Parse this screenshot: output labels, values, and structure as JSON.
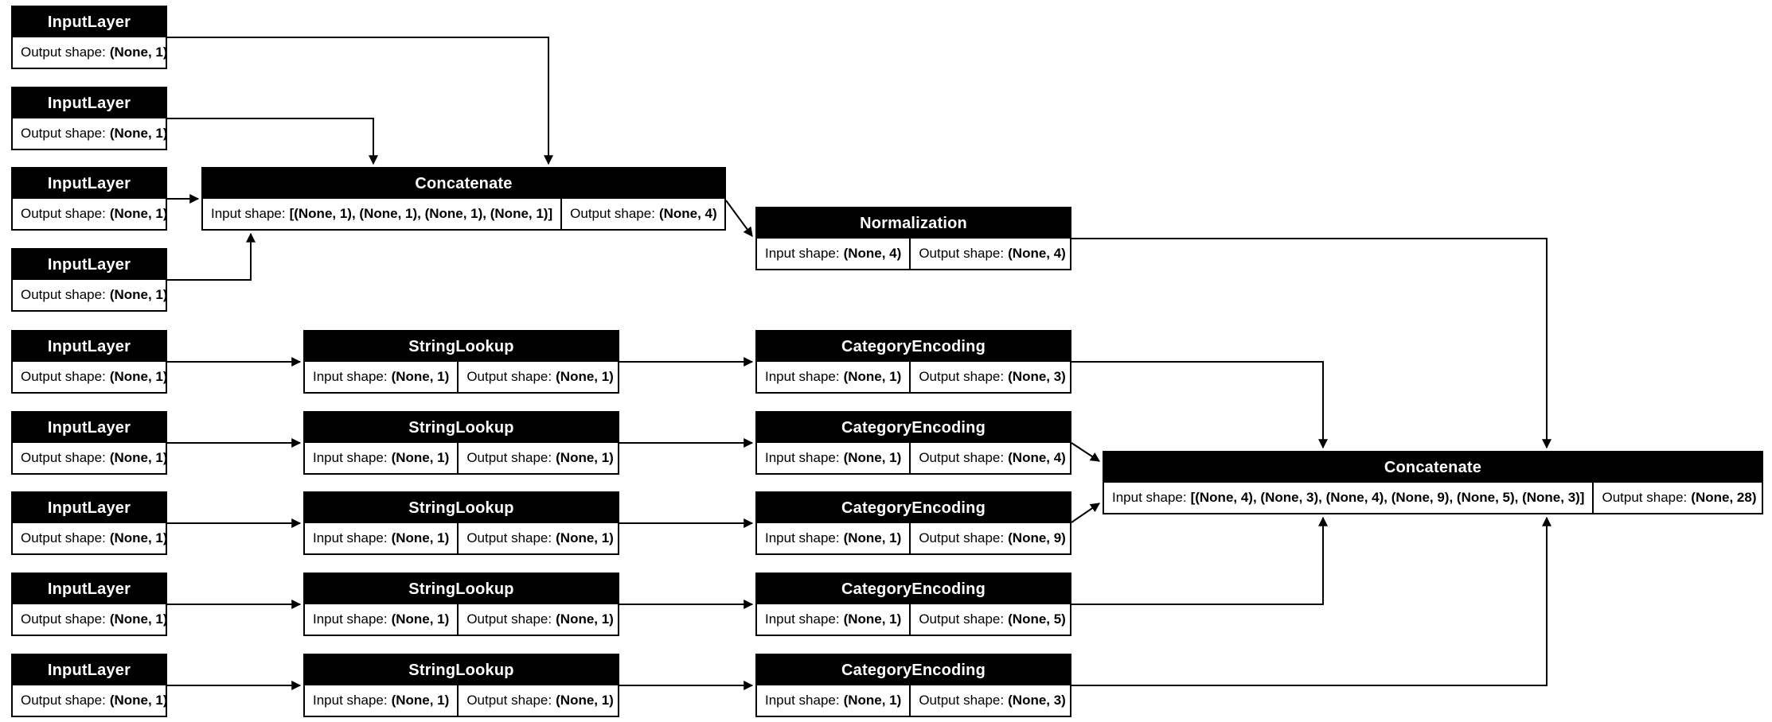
{
  "labels": {
    "input_shape": "Input shape:",
    "output_shape": "Output shape:"
  },
  "colors": {
    "node_header_bg": "#000000",
    "node_header_text": "#ffffff",
    "node_body_bg": "#ffffff",
    "node_border": "#000000",
    "edge": "#000000",
    "canvas_bg": "#ffffff"
  },
  "nodes": [
    {
      "id": "input_1",
      "title": "InputLayer",
      "output_shape": "(None, 1)"
    },
    {
      "id": "input_2",
      "title": "InputLayer",
      "output_shape": "(None, 1)"
    },
    {
      "id": "input_3",
      "title": "InputLayer",
      "output_shape": "(None, 1)"
    },
    {
      "id": "input_4",
      "title": "InputLayer",
      "output_shape": "(None, 1)"
    },
    {
      "id": "concatenate_1",
      "title": "Concatenate",
      "input_shape": "[(None, 1), (None, 1), (None, 1), (None, 1)]",
      "output_shape": "(None, 4)"
    },
    {
      "id": "normalization",
      "title": "Normalization",
      "input_shape": "(None, 4)",
      "output_shape": "(None, 4)"
    },
    {
      "id": "input_5",
      "title": "InputLayer",
      "output_shape": "(None, 1)"
    },
    {
      "id": "string_lookup_1",
      "title": "StringLookup",
      "input_shape": "(None, 1)",
      "output_shape": "(None, 1)"
    },
    {
      "id": "category_encoding_1",
      "title": "CategoryEncoding",
      "input_shape": "(None, 1)",
      "output_shape": "(None, 3)"
    },
    {
      "id": "input_6",
      "title": "InputLayer",
      "output_shape": "(None, 1)"
    },
    {
      "id": "string_lookup_2",
      "title": "StringLookup",
      "input_shape": "(None, 1)",
      "output_shape": "(None, 1)"
    },
    {
      "id": "category_encoding_2",
      "title": "CategoryEncoding",
      "input_shape": "(None, 1)",
      "output_shape": "(None, 4)"
    },
    {
      "id": "input_7",
      "title": "InputLayer",
      "output_shape": "(None, 1)"
    },
    {
      "id": "string_lookup_3",
      "title": "StringLookup",
      "input_shape": "(None, 1)",
      "output_shape": "(None, 1)"
    },
    {
      "id": "category_encoding_3",
      "title": "CategoryEncoding",
      "input_shape": "(None, 1)",
      "output_shape": "(None, 9)"
    },
    {
      "id": "input_8",
      "title": "InputLayer",
      "output_shape": "(None, 1)"
    },
    {
      "id": "string_lookup_4",
      "title": "StringLookup",
      "input_shape": "(None, 1)",
      "output_shape": "(None, 1)"
    },
    {
      "id": "category_encoding_4",
      "title": "CategoryEncoding",
      "input_shape": "(None, 1)",
      "output_shape": "(None, 5)"
    },
    {
      "id": "input_9",
      "title": "InputLayer",
      "output_shape": "(None, 1)"
    },
    {
      "id": "string_lookup_5",
      "title": "StringLookup",
      "input_shape": "(None, 1)",
      "output_shape": "(None, 1)"
    },
    {
      "id": "category_encoding_5",
      "title": "CategoryEncoding",
      "input_shape": "(None, 1)",
      "output_shape": "(None, 3)"
    },
    {
      "id": "concatenate_2",
      "title": "Concatenate",
      "input_shape": "[(None, 4), (None, 3), (None, 4), (None, 9), (None, 5), (None, 3)]",
      "output_shape": "(None, 28)"
    }
  ],
  "edges": [
    {
      "from": "input_1",
      "to": "concatenate_1"
    },
    {
      "from": "input_2",
      "to": "concatenate_1"
    },
    {
      "from": "input_3",
      "to": "concatenate_1"
    },
    {
      "from": "input_4",
      "to": "concatenate_1"
    },
    {
      "from": "concatenate_1",
      "to": "normalization"
    },
    {
      "from": "normalization",
      "to": "concatenate_2"
    },
    {
      "from": "input_5",
      "to": "string_lookup_1"
    },
    {
      "from": "string_lookup_1",
      "to": "category_encoding_1"
    },
    {
      "from": "category_encoding_1",
      "to": "concatenate_2"
    },
    {
      "from": "input_6",
      "to": "string_lookup_2"
    },
    {
      "from": "string_lookup_2",
      "to": "category_encoding_2"
    },
    {
      "from": "category_encoding_2",
      "to": "concatenate_2"
    },
    {
      "from": "input_7",
      "to": "string_lookup_3"
    },
    {
      "from": "string_lookup_3",
      "to": "category_encoding_3"
    },
    {
      "from": "category_encoding_3",
      "to": "concatenate_2"
    },
    {
      "from": "input_8",
      "to": "string_lookup_4"
    },
    {
      "from": "string_lookup_4",
      "to": "category_encoding_4"
    },
    {
      "from": "category_encoding_4",
      "to": "concatenate_2"
    },
    {
      "from": "input_9",
      "to": "string_lookup_5"
    },
    {
      "from": "string_lookup_5",
      "to": "category_encoding_5"
    },
    {
      "from": "category_encoding_5",
      "to": "concatenate_2"
    }
  ]
}
